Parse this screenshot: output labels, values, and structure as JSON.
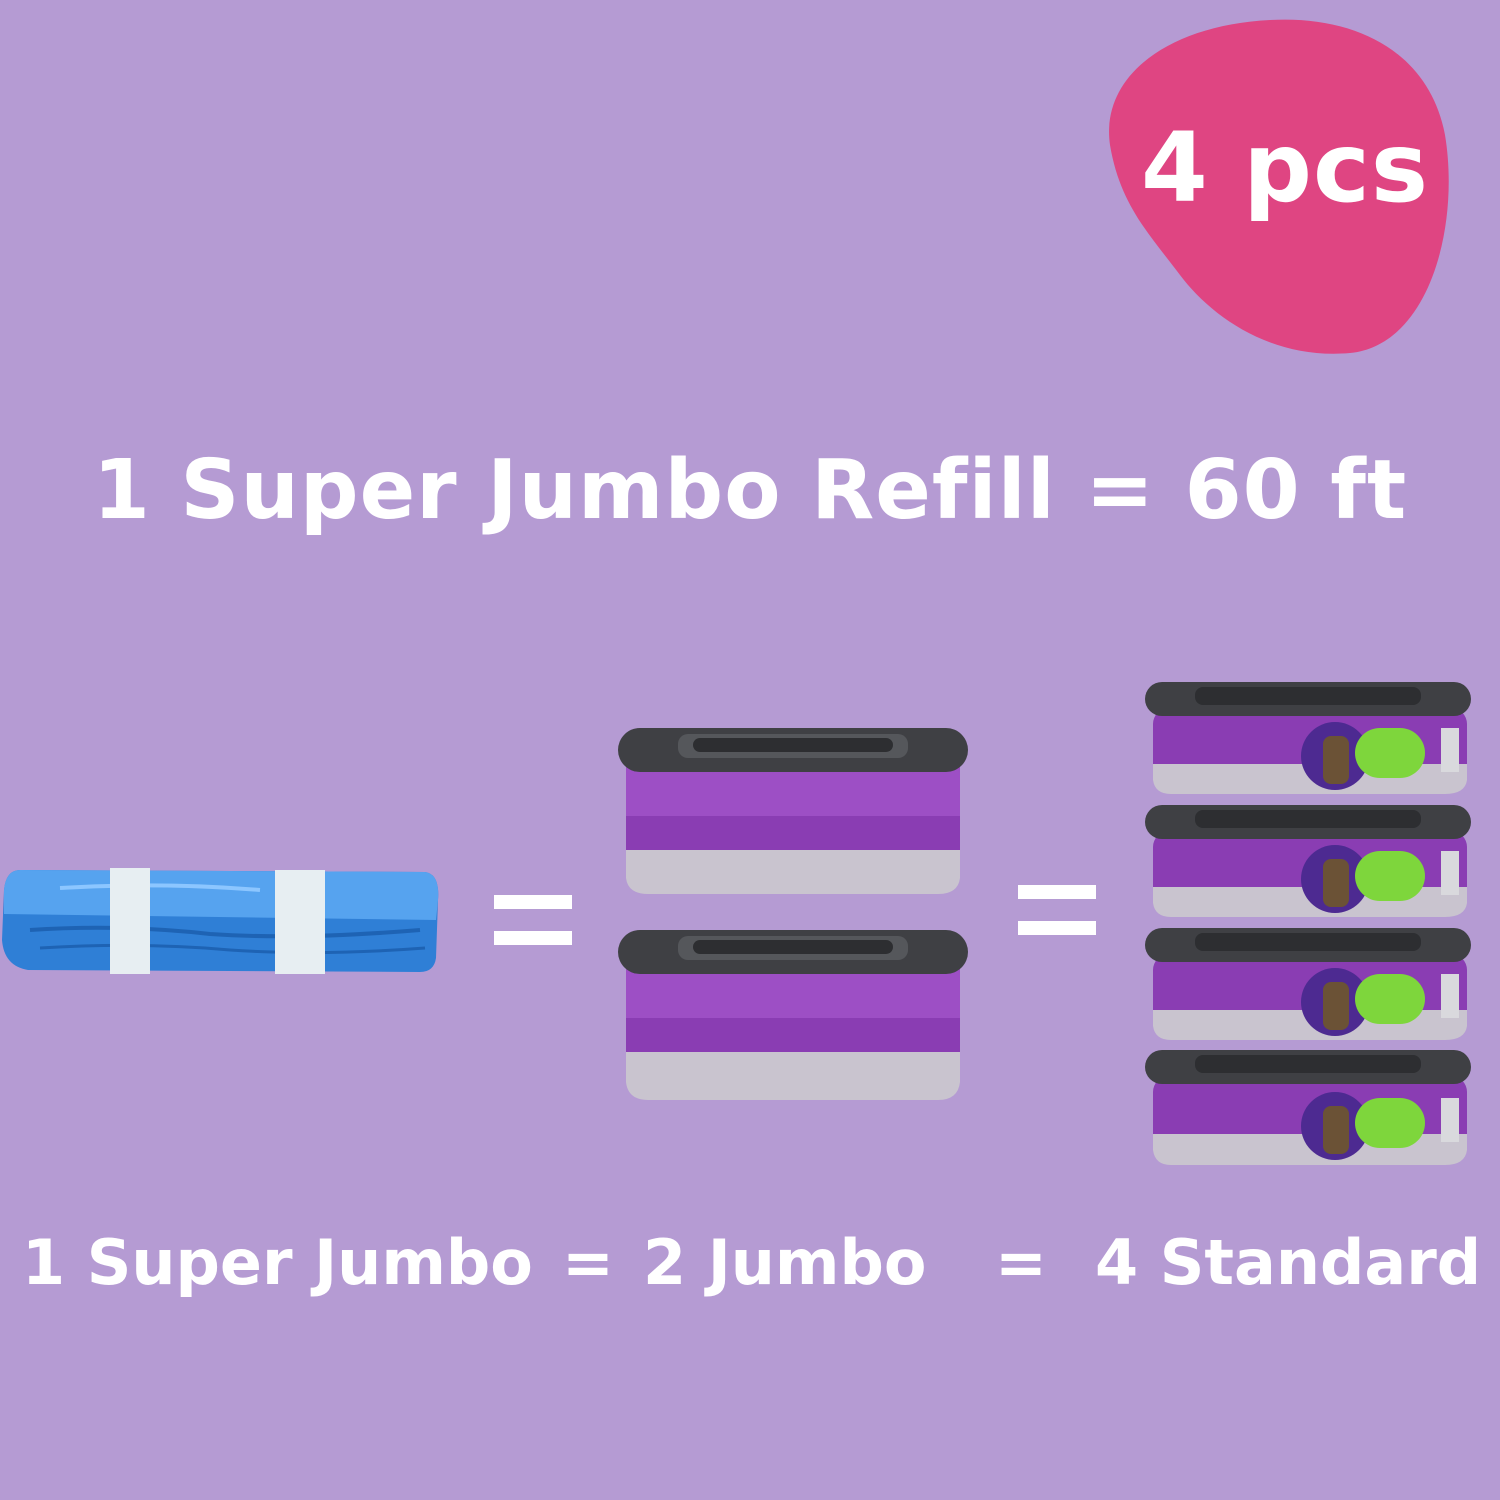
{
  "badge": {
    "text": "4 pcs",
    "color": "#df4582"
  },
  "headline": "1 Super Jumbo Refill = 60 ft",
  "captions": {
    "super_jumbo": "1 Super Jumbo",
    "eq1": "=",
    "jumbo": "2 Jumbo",
    "eq2": "=",
    "standard": "4 Standard"
  },
  "colors": {
    "background": "#b59bd3",
    "bag": "#2f7fd6",
    "cartridge_purple": "#8a3db3",
    "cartridge_lid": "#3f4044",
    "label_green": "#7ed63c"
  },
  "items": {
    "bag": "blue-refill-bag-roll",
    "jumbo_count": 2,
    "standard_count": 4
  }
}
